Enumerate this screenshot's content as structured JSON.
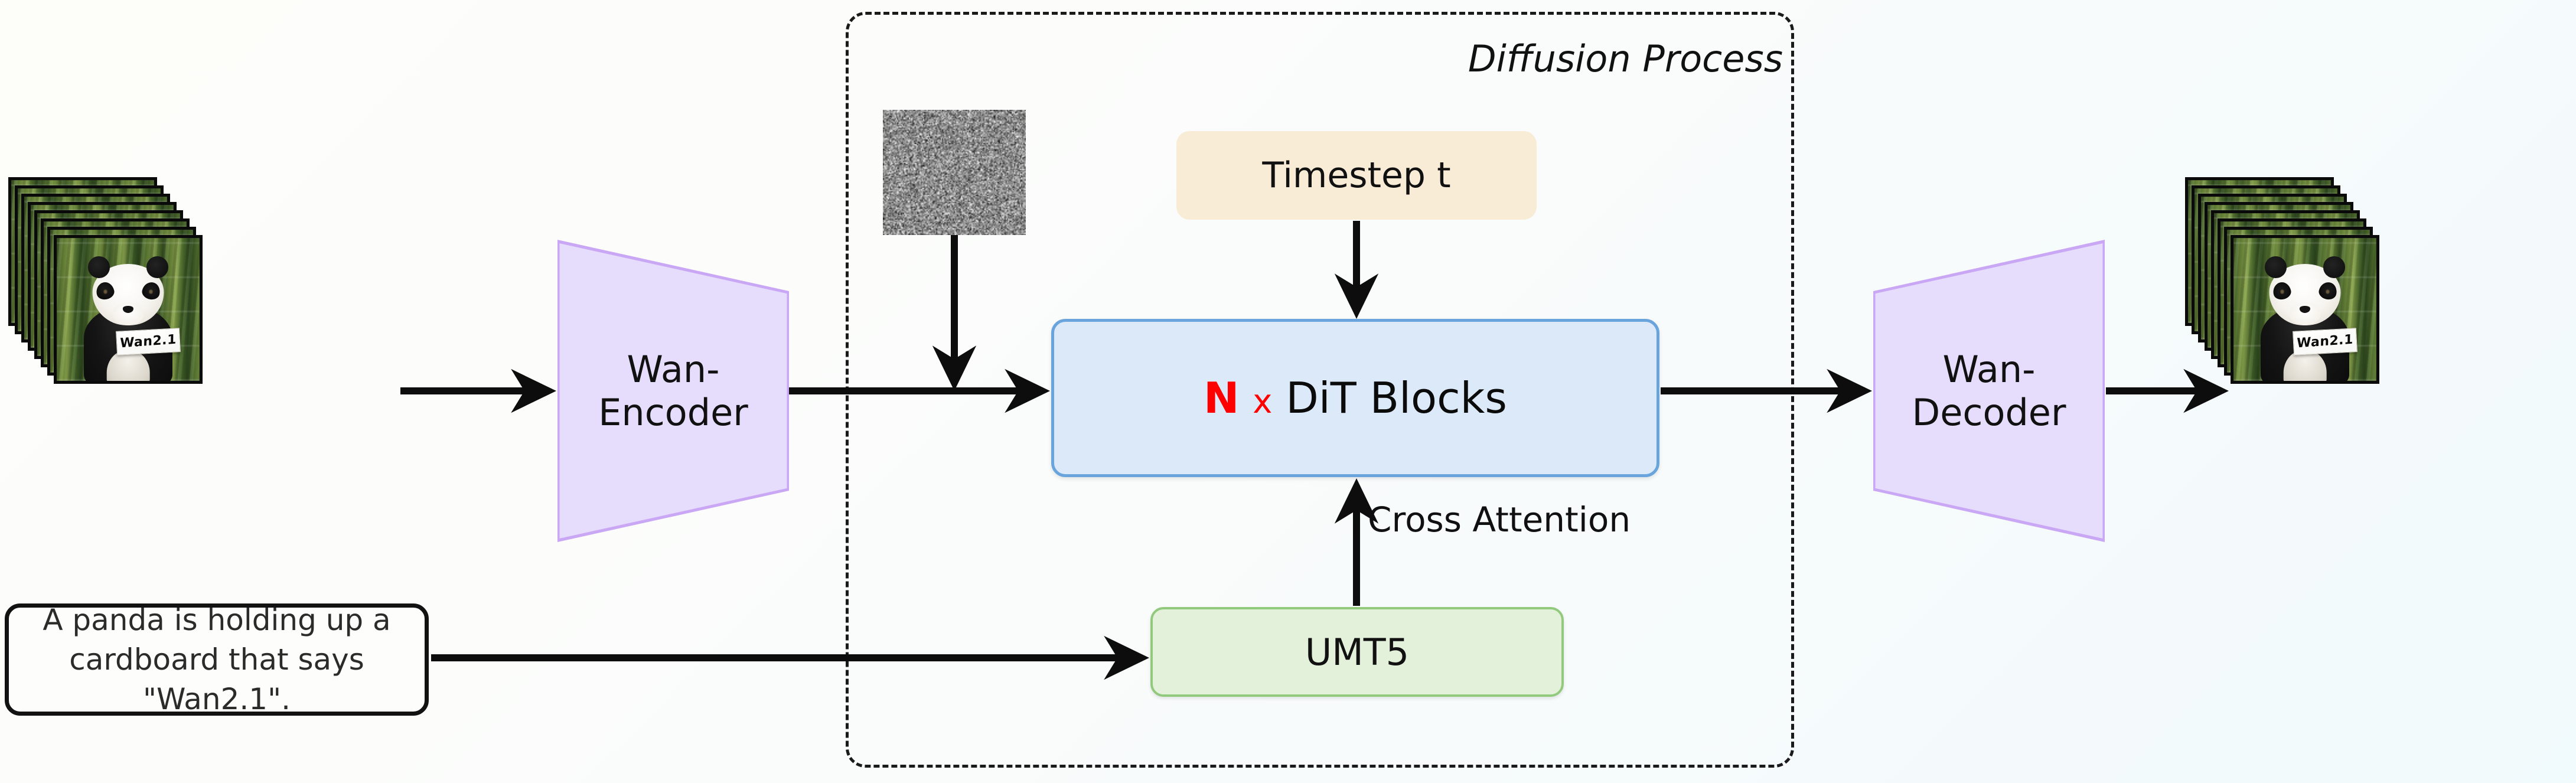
{
  "diagram": {
    "title": "Wan2.1 diffusion pipeline",
    "background_start": "#fdfdfa",
    "background_end": "#f1fafc"
  },
  "diffusion_region": {
    "label": "Diffusion Process",
    "border_style": "dash-dot",
    "border_color": "#1a1a1a"
  },
  "input_stack": {
    "name": "input-video-frames",
    "frame_count": 8,
    "sign_text": "Wan2.1"
  },
  "output_stack": {
    "name": "output-video-frames",
    "frame_count": 8,
    "sign_text": "Wan2.1"
  },
  "prompt": {
    "text": "A panda is holding up a cardboard that says \"Wan2.1\".",
    "line1": "A panda is holding up a",
    "line2": "cardboard that says \"Wan2.1\"."
  },
  "encoder": {
    "label": "Wan-\nEncoder",
    "line1": "Wan-",
    "line2": "Encoder",
    "fill": "#e6dcfb",
    "stroke": "#c9a7f5"
  },
  "decoder": {
    "label": "Wan-\nDecoder",
    "line1": "Wan-",
    "line2": "Decoder",
    "fill": "#e6dcfb",
    "stroke": "#c9a7f5"
  },
  "dit_blocks": {
    "n_symbol": "N",
    "multiply_symbol": "x",
    "label": "DiT Blocks",
    "full_label": "N x DiT Blocks",
    "fill": "#dce9f8",
    "stroke": "#6aa4dd",
    "accent": "#ff0000"
  },
  "timestep": {
    "label": "Timestep t",
    "fill": "#f8ecd6"
  },
  "text_encoder": {
    "label": "UMT5",
    "fill": "#e3f0da",
    "stroke": "#92ca7d"
  },
  "noise": {
    "label": "gaussian-noise-patch",
    "type": "random-gray-noise"
  },
  "edges": {
    "cross_attention": "Cross Attention"
  }
}
